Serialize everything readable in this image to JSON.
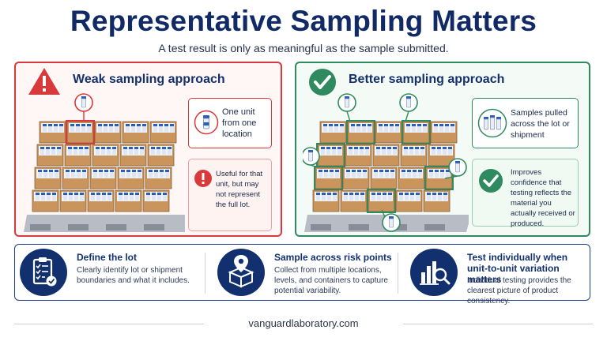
{
  "header": {
    "title": "Representative Sampling Matters",
    "subtitle": "A test result is only as meaningful as the sample submitted."
  },
  "weak": {
    "title": "Weak sampling approach",
    "callout_one": "One unit from one location",
    "callout_two": "Useful for that unit, but may not represent the full lot.",
    "color": "#d8393a"
  },
  "better": {
    "title": "Better sampling approach",
    "callout_one": "Samples pulled across the lot or shipment",
    "callout_two": "Improves confidence that testing reflects the material you actually received or produced.",
    "color": "#2f8a5f"
  },
  "steps": [
    {
      "title": "Define the lot",
      "body": "Clearly identify lot or shipment boundaries and what it includes.",
      "icon": "clipboard-checklist-icon"
    },
    {
      "title": "Sample across risk points",
      "body": "Collect from multiple locations, levels, and containers to capture potential variability.",
      "icon": "box-location-pin-icon"
    },
    {
      "title": "Test individually when unit-to-unit variation matters",
      "body": "Individual testing provides the clearest picture of product consistency.",
      "icon": "bar-chart-magnifier-icon"
    }
  ],
  "footer": {
    "url": "vanguardlaboratory.com"
  },
  "colors": {
    "navy": "#12306e",
    "red": "#d8393a",
    "green": "#2f8a5f",
    "box": "#c9955c"
  }
}
